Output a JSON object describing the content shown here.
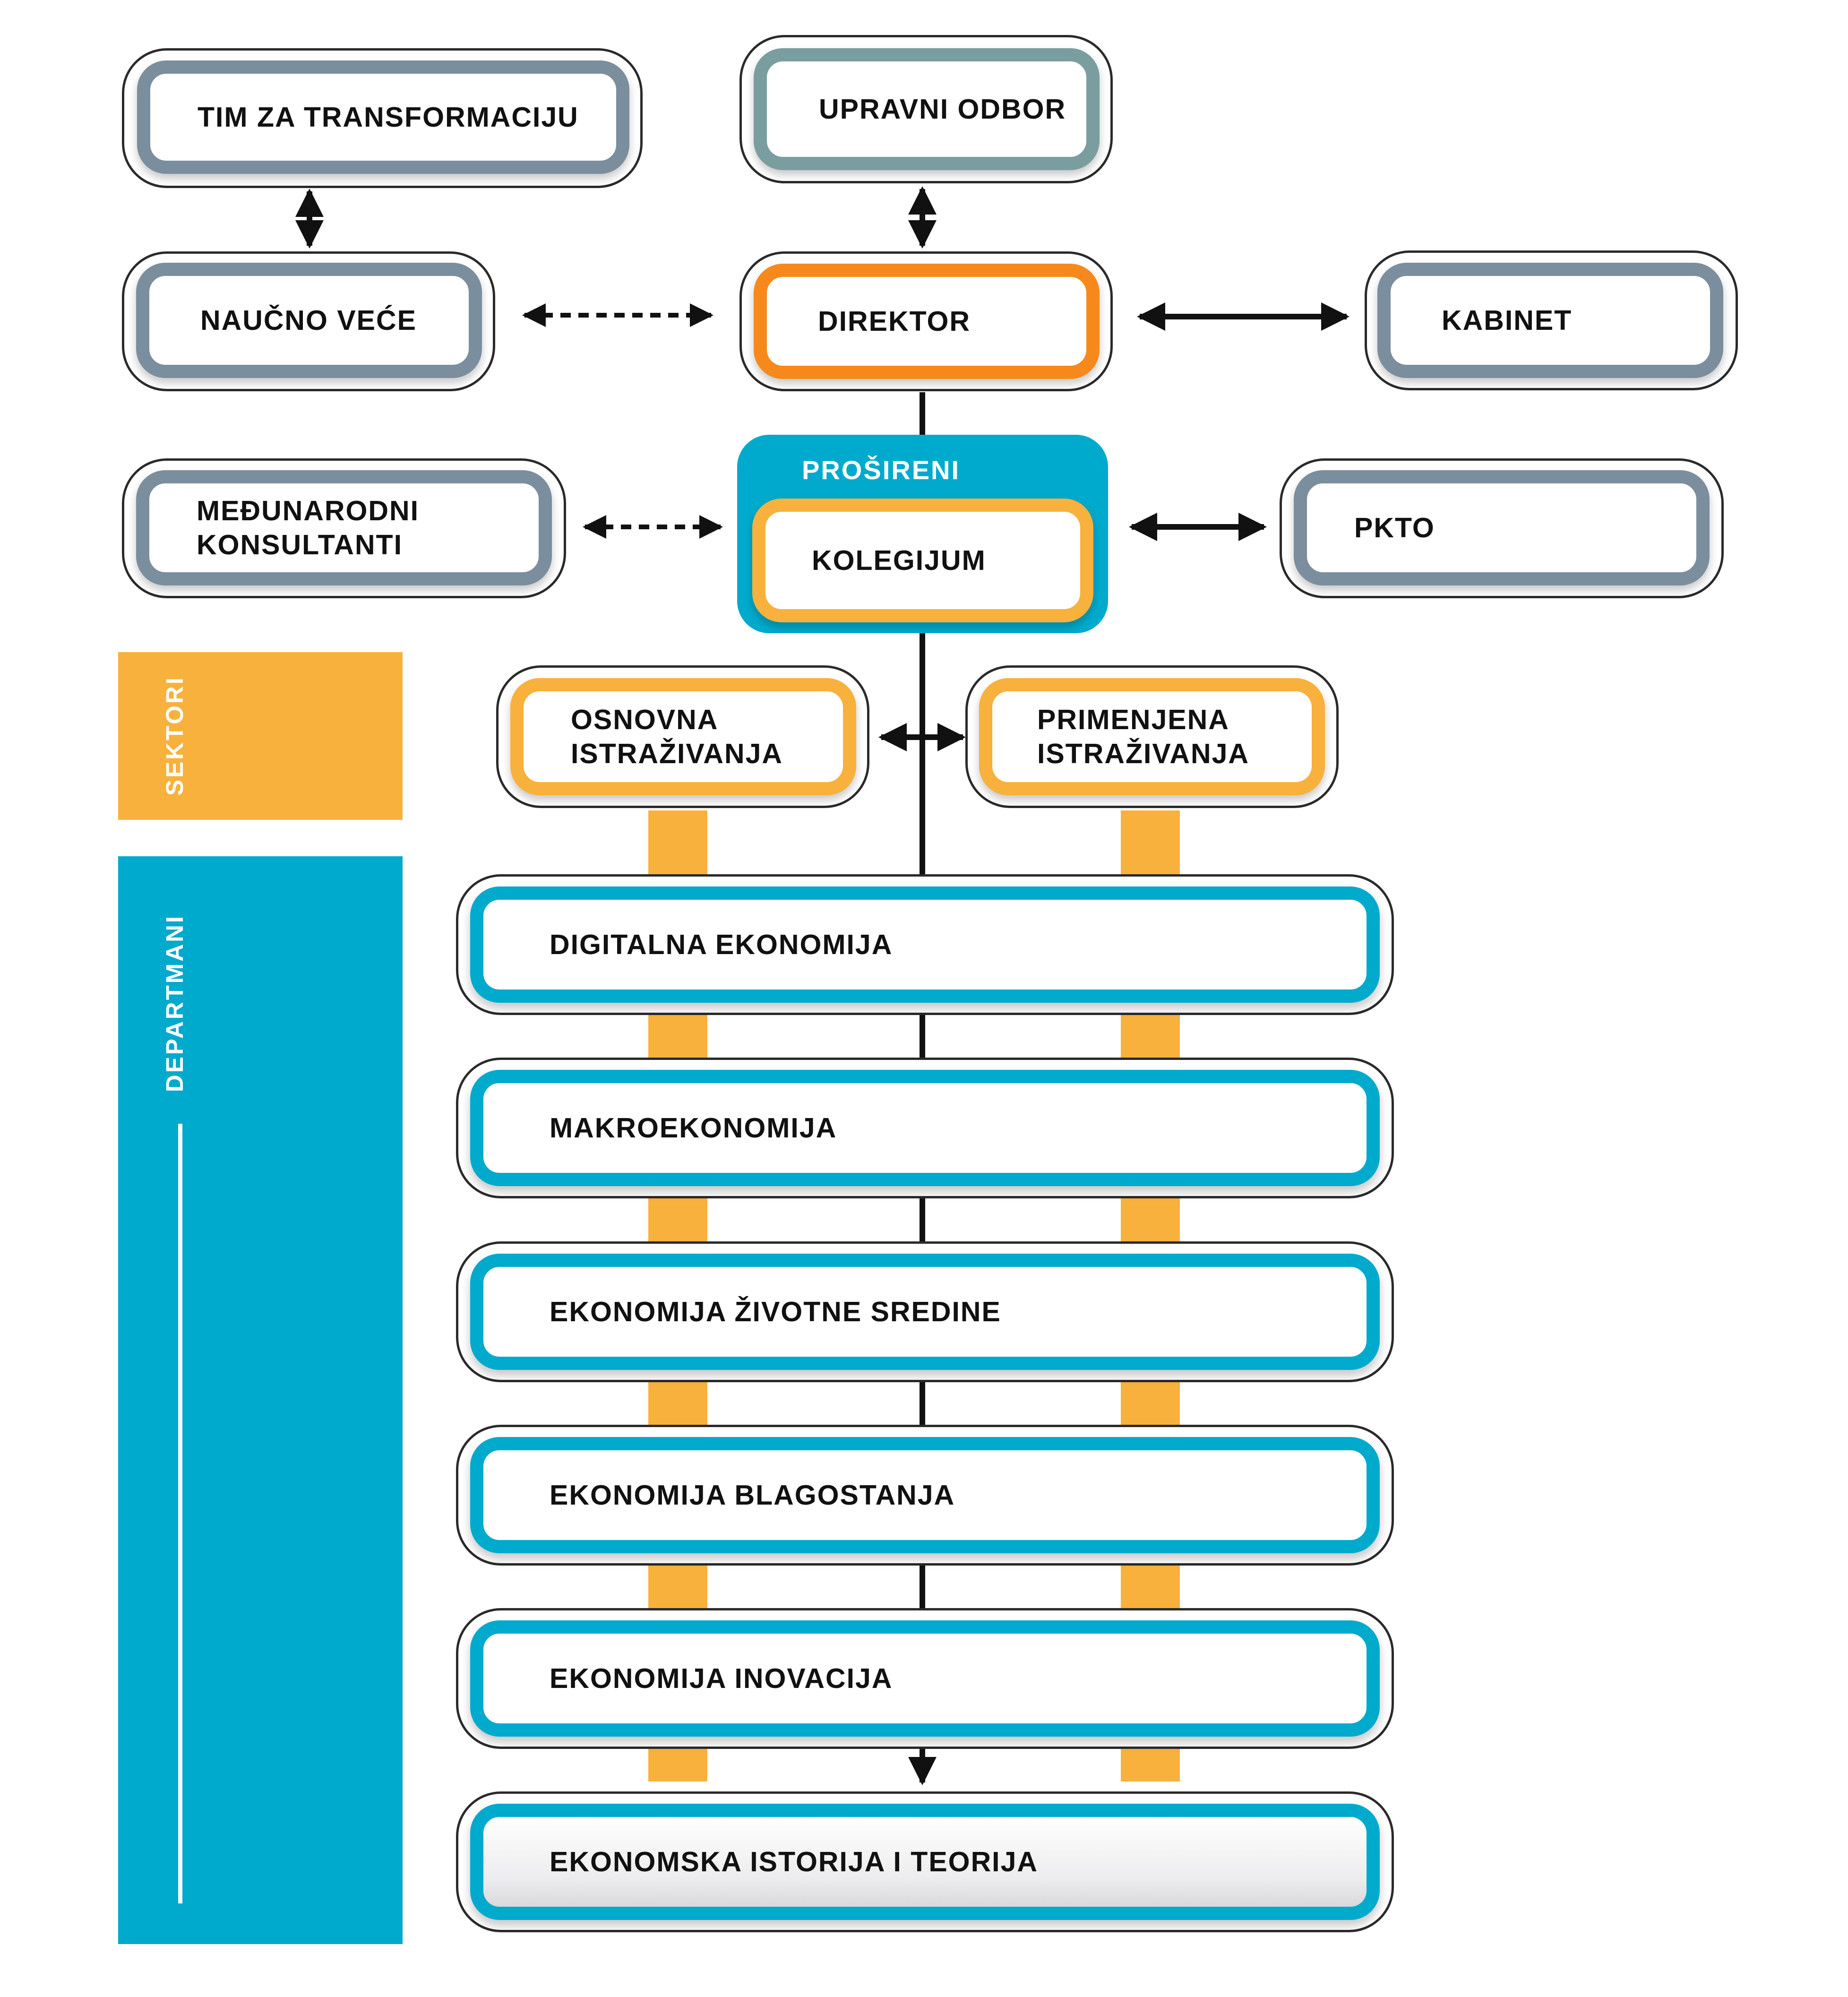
{
  "colors": {
    "grey": "#7b8e9e",
    "teal_grey": "#7a9e9f",
    "orange": "#f7891c",
    "yellow": "#f8b13c",
    "blue": "#00aacc"
  },
  "top": {
    "tim": "TIM ZA TRANSFORMACIJU",
    "upravni_odbor": "UPRAVNI ODBOR",
    "naucno_vece": "NAUČNO VEĆE",
    "direktor": "DIREKTOR",
    "kabinet": "KABINET",
    "konsultanti_line1": "MEĐUNARODNI",
    "konsultanti_line2": "KONSULTANTI",
    "kolegijum_title": "PROŠIRENI",
    "kolegijum": "KOLEGIJUM",
    "pkto": "PKTO"
  },
  "sectors": {
    "label": "SEKTORI",
    "osnovna_line1": "OSNOVNA",
    "osnovna_line2": "ISTRAŽIVANJA",
    "primenjena_line1": "PRIMENJENA",
    "primenjena_line2": "ISTRAŽIVANJA"
  },
  "departments": {
    "label": "DEPARTMANI",
    "items": [
      "DIGITALNA EKONOMIJA",
      "MAKROEKONOMIJA",
      "EKONOMIJA ŽIVOTNE SREDINE",
      "EKONOMIJA BLAGOSTANJA",
      "EKONOMIJA INOVACIJA",
      "EKONOMSKA ISTORIJA I TEORIJA"
    ]
  }
}
